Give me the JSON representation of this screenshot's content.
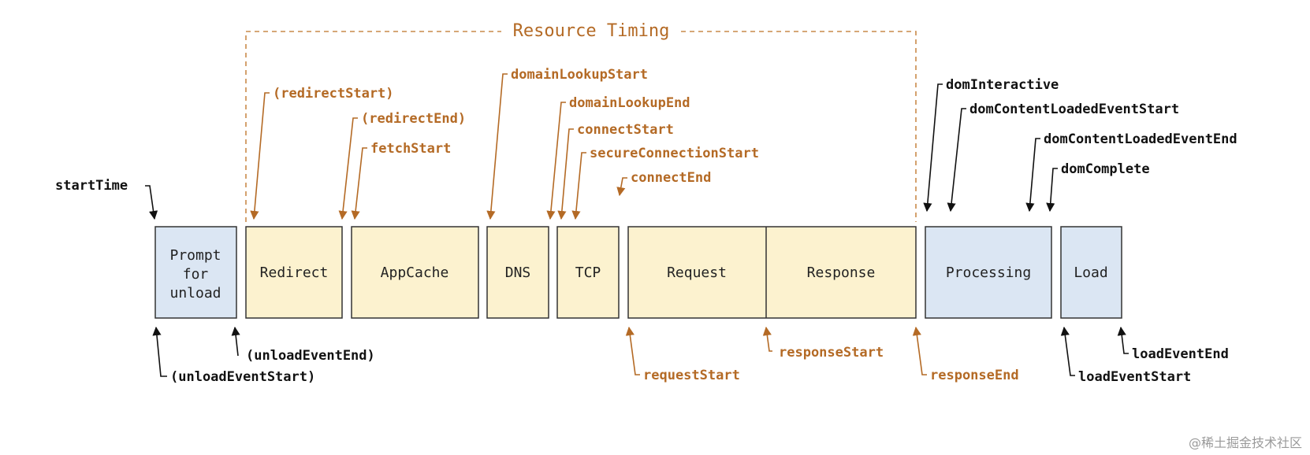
{
  "resource_timing_label": "Resource Timing",
  "boxes": {
    "prompt_for_unload": [
      "Prompt",
      "for",
      "unload"
    ],
    "redirect": "Redirect",
    "appcache": "AppCache",
    "dns": "DNS",
    "tcp": "TCP",
    "request": "Request",
    "response": "Response",
    "processing": "Processing",
    "load": "Load"
  },
  "labels": {
    "start_time": "startTime",
    "unload_event_start": "(unloadEventStart)",
    "unload_event_end": "(unloadEventEnd)",
    "redirect_start": "(redirectStart)",
    "redirect_end": "(redirectEnd)",
    "fetch_start": "fetchStart",
    "domain_lookup_start": "domainLookupStart",
    "domain_lookup_end": "domainLookupEnd",
    "connect_start": "connectStart",
    "secure_connection_start": "secureConnectionStart",
    "connect_end": "connectEnd",
    "request_start": "requestStart",
    "response_start": "responseStart",
    "response_end": "responseEnd",
    "dom_interactive": "domInteractive",
    "dom_content_loaded_event_start": "domContentLoadedEventStart",
    "dom_content_loaded_event_end": "domContentLoadedEventEnd",
    "dom_complete": "domComplete",
    "load_event_start": "loadEventStart",
    "load_event_end": "loadEventEnd"
  },
  "watermark": "@稀土掘金技术社区",
  "colors": {
    "resource_timing": "#b46a25",
    "navigation_timing": "#111111",
    "blue_box_fill": "#dbe6f3",
    "yellow_box_fill": "#fcf2cf"
  }
}
